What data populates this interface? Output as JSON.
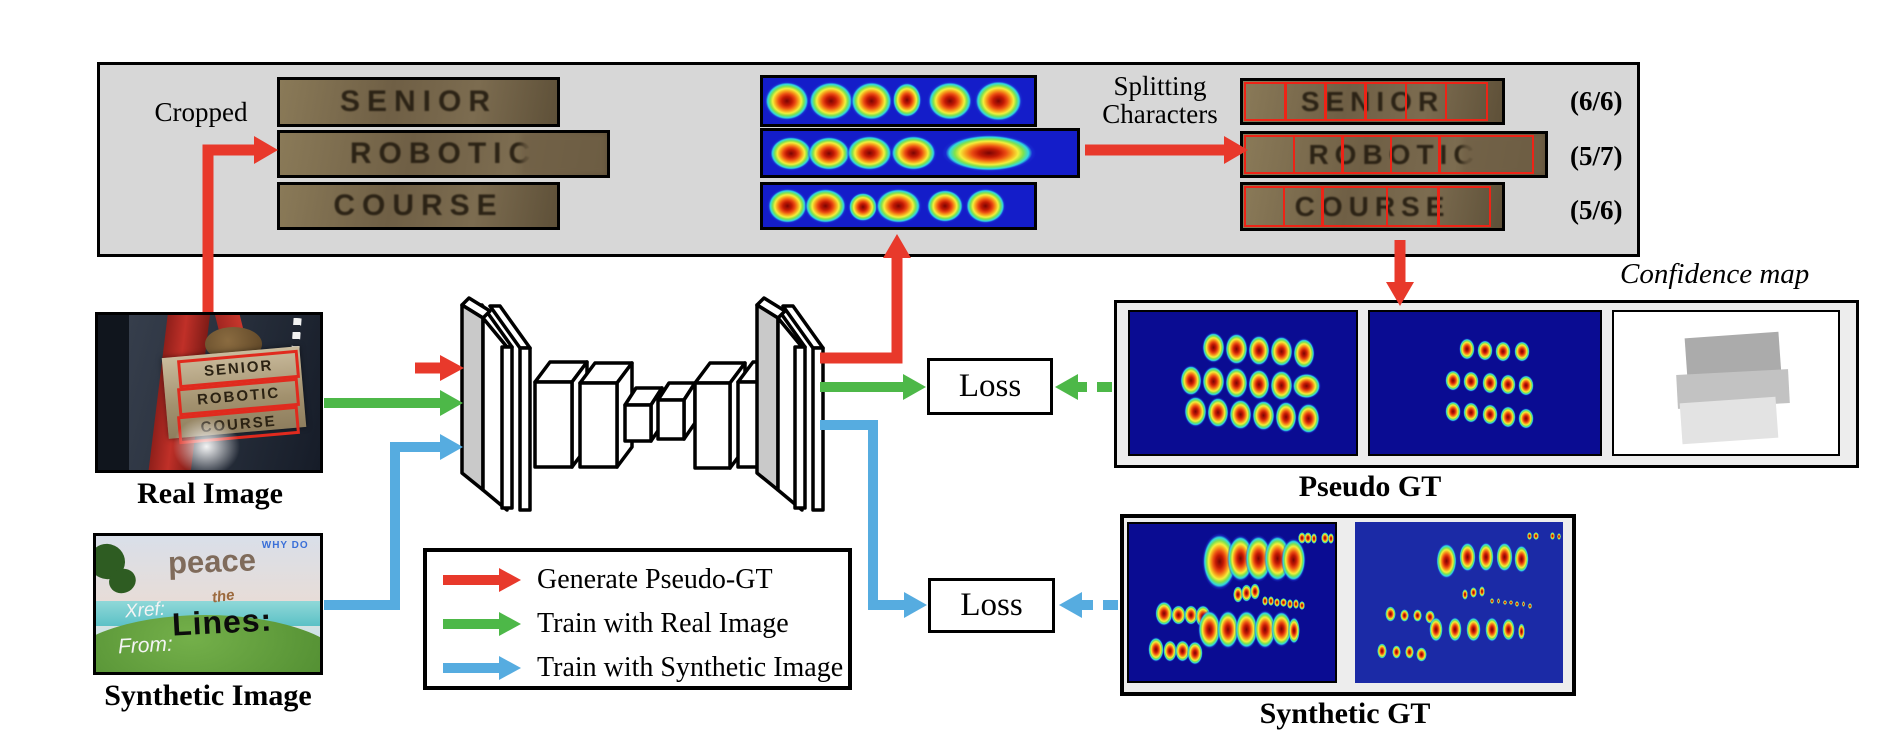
{
  "colors": {
    "red": "#e8392b",
    "green": "#4db848",
    "blue": "#56ace0",
    "panel_gray": "#d7d7d7",
    "heatmap_blue": "#141dc9",
    "gt_map_blue": "#0a0c92"
  },
  "top_panel": {
    "cropped_label": "Cropped",
    "splitting_line1": "Splitting",
    "splitting_line2": "Characters",
    "words": [
      "SENIOR",
      "ROBOTIC",
      "COURSE"
    ],
    "counts": [
      "(6/6)",
      "(5/7)",
      "(5/6)"
    ]
  },
  "left": {
    "real_image_label": "Real  Image",
    "synthetic_image_label": "Synthetic Image",
    "synth_texts": {
      "peace": "peace",
      "the": "the",
      "why_do": "WHY DO",
      "xref": "Xref:",
      "lines": "Lines:",
      "from": "From:"
    }
  },
  "loss": {
    "label": "Loss"
  },
  "right": {
    "confidence_map_label": "Confidence map",
    "pseudo_gt_label": "Pseudo GT",
    "synthetic_gt_label": "Synthetic GT"
  },
  "legend": {
    "items": [
      {
        "color": "red",
        "label": "Generate Pseudo-GT"
      },
      {
        "color": "green",
        "label": "Train with Real Image"
      },
      {
        "color": "blue",
        "label": "Train with Synthetic Image"
      }
    ]
  },
  "figures": {
    "split_cells": [
      {
        "target": "split0",
        "widths": [
          16.6,
          16.6,
          16.6,
          16.6,
          16.6,
          17
        ]
      },
      {
        "target": "split1",
        "widths": [
          17,
          17,
          17,
          17,
          32
        ]
      },
      {
        "target": "split2",
        "widths": [
          16,
          16,
          26,
          21,
          21
        ]
      }
    ],
    "maps": [
      {
        "target": "hm0",
        "blobs": [
          [
            9,
            50,
            17,
            88
          ],
          [
            25,
            50,
            17,
            88
          ],
          [
            40,
            50,
            16,
            85
          ],
          [
            53,
            48,
            11,
            80
          ],
          [
            69,
            50,
            17,
            88
          ],
          [
            87,
            50,
            18,
            90
          ]
        ]
      },
      {
        "target": "hm1",
        "blobs": [
          [
            9,
            52,
            14,
            80
          ],
          [
            21,
            52,
            14,
            80
          ],
          [
            34,
            50,
            15,
            82
          ],
          [
            48,
            50,
            15,
            84
          ],
          [
            72,
            50,
            30,
            86
          ]
        ]
      },
      {
        "target": "hm2",
        "blobs": [
          [
            9,
            50,
            15,
            85
          ],
          [
            23,
            50,
            16,
            88
          ],
          [
            37,
            52,
            11,
            70
          ],
          [
            50,
            50,
            17,
            88
          ],
          [
            67,
            50,
            14,
            82
          ],
          [
            82,
            50,
            15,
            85
          ]
        ]
      },
      {
        "target": "pgt-region",
        "blobs": [
          [
            37,
            25,
            10,
            22
          ],
          [
            47,
            26,
            10,
            22
          ],
          [
            57,
            27,
            10,
            22
          ],
          [
            67,
            28,
            10,
            22
          ],
          [
            77,
            29,
            10,
            22
          ],
          [
            27,
            48,
            10,
            22
          ],
          [
            37,
            49,
            10,
            22
          ],
          [
            47,
            50,
            10,
            22
          ],
          [
            57,
            51,
            10,
            22
          ],
          [
            67,
            52,
            10,
            22
          ],
          [
            78,
            52,
            13,
            18
          ],
          [
            29,
            70,
            10,
            22
          ],
          [
            39,
            71,
            10,
            22
          ],
          [
            49,
            72,
            10,
            22
          ],
          [
            59,
            73,
            10,
            22
          ],
          [
            69,
            74,
            10,
            22
          ],
          [
            79,
            75,
            10,
            22
          ]
        ]
      },
      {
        "target": "pgt-affinity",
        "blobs": [
          [
            42,
            26,
            7,
            15
          ],
          [
            50,
            27,
            7,
            15
          ],
          [
            58,
            28,
            7,
            15
          ],
          [
            66,
            28,
            7,
            15
          ],
          [
            36,
            48,
            7,
            15
          ],
          [
            44,
            49,
            7,
            15
          ],
          [
            52,
            50,
            7,
            15
          ],
          [
            60,
            51,
            7,
            15
          ],
          [
            68,
            52,
            7,
            15
          ],
          [
            36,
            70,
            7,
            15
          ],
          [
            44,
            71,
            7,
            15
          ],
          [
            52,
            72,
            7,
            15
          ],
          [
            60,
            74,
            7,
            15
          ],
          [
            68,
            75,
            7,
            15
          ]
        ]
      },
      {
        "target": "sgt-left",
        "blobs": [
          [
            44,
            24,
            17,
            36
          ],
          [
            54,
            22,
            13,
            30
          ],
          [
            63,
            22,
            13,
            30
          ],
          [
            72,
            22,
            13,
            30
          ],
          [
            80,
            23,
            12,
            28
          ],
          [
            84,
            9,
            4,
            8
          ],
          [
            87,
            9,
            4,
            8
          ],
          [
            90,
            9,
            3,
            7
          ],
          [
            95,
            9,
            4,
            8
          ],
          [
            98,
            9,
            3,
            7
          ],
          [
            53,
            45,
            5,
            11
          ],
          [
            57,
            44,
            5,
            11
          ],
          [
            61,
            43,
            5,
            11
          ],
          [
            66,
            49,
            3,
            6
          ],
          [
            69,
            49,
            3,
            6
          ],
          [
            72,
            50,
            3,
            6
          ],
          [
            75,
            50,
            3,
            6
          ],
          [
            78,
            51,
            3,
            6
          ],
          [
            81,
            51,
            3,
            6
          ],
          [
            84,
            52,
            3,
            6
          ],
          [
            17,
            57,
            9,
            16
          ],
          [
            24,
            58,
            7,
            13
          ],
          [
            30,
            58,
            7,
            13
          ],
          [
            36,
            59,
            8,
            15
          ],
          [
            39,
            67,
            11,
            25
          ],
          [
            48,
            67,
            11,
            25
          ],
          [
            57,
            67,
            11,
            25
          ],
          [
            66,
            67,
            11,
            25
          ],
          [
            74,
            67,
            10,
            23
          ],
          [
            80,
            68,
            6,
            17
          ],
          [
            13,
            80,
            8,
            16
          ],
          [
            20,
            81,
            7,
            14
          ],
          [
            26,
            81,
            7,
            14
          ],
          [
            32,
            82,
            8,
            15
          ]
        ]
      },
      {
        "target": "sgt-right",
        "scale": 0.62,
        "blobs": [
          [
            44,
            24,
            17,
            36
          ],
          [
            54,
            22,
            13,
            30
          ],
          [
            63,
            22,
            13,
            30
          ],
          [
            72,
            22,
            13,
            30
          ],
          [
            80,
            23,
            12,
            28
          ],
          [
            84,
            9,
            4,
            8
          ],
          [
            87,
            9,
            4,
            8
          ],
          [
            95,
            9,
            4,
            8
          ],
          [
            98,
            9,
            3,
            7
          ],
          [
            53,
            45,
            5,
            11
          ],
          [
            57,
            44,
            5,
            11
          ],
          [
            61,
            43,
            5,
            11
          ],
          [
            66,
            49,
            3,
            6
          ],
          [
            69,
            49,
            3,
            6
          ],
          [
            72,
            50,
            3,
            6
          ],
          [
            75,
            50,
            3,
            6
          ],
          [
            78,
            51,
            3,
            6
          ],
          [
            81,
            51,
            3,
            6
          ],
          [
            84,
            52,
            3,
            6
          ],
          [
            17,
            57,
            9,
            16
          ],
          [
            24,
            58,
            7,
            13
          ],
          [
            30,
            58,
            7,
            13
          ],
          [
            36,
            59,
            8,
            15
          ],
          [
            39,
            67,
            11,
            25
          ],
          [
            48,
            67,
            11,
            25
          ],
          [
            57,
            67,
            11,
            25
          ],
          [
            66,
            67,
            11,
            25
          ],
          [
            74,
            67,
            10,
            23
          ],
          [
            80,
            68,
            6,
            17
          ],
          [
            13,
            80,
            8,
            16
          ],
          [
            20,
            81,
            7,
            14
          ],
          [
            26,
            81,
            7,
            14
          ],
          [
            32,
            82,
            8,
            15
          ]
        ]
      }
    ]
  }
}
